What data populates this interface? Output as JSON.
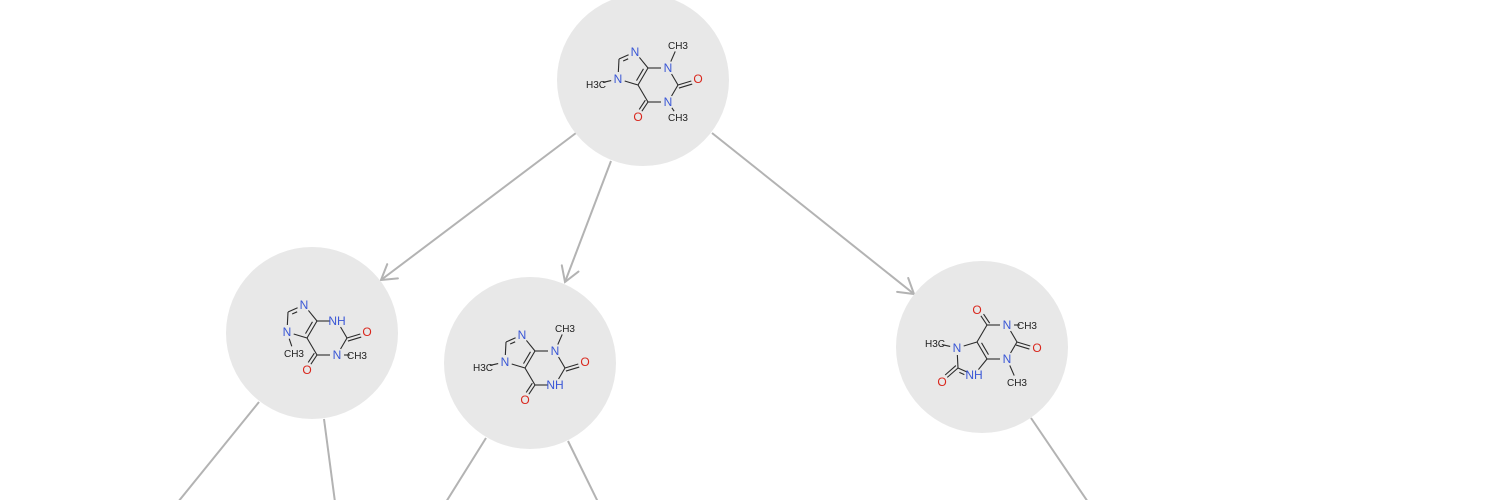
{
  "diagram": {
    "colors": {
      "node_fill": "#e8e8e8",
      "edge": "#b3b3b3",
      "nitrogen": "#3a57d6",
      "oxygen": "#d9261c",
      "carbon": "#222222"
    },
    "nodes": [
      {
        "id": "root",
        "labels": {
          "n7": "N",
          "n9": "N",
          "n1": "N",
          "n3": "N",
          "o2": "O",
          "o6": "O",
          "m3": "CH3",
          "m1": "CH3",
          "m7": "H3C"
        }
      },
      {
        "id": "left",
        "labels": {
          "n7": "N",
          "n9": "N",
          "n1": "N",
          "n3": "NH",
          "o2": "O",
          "o6": "O",
          "m1": "CH3",
          "m7": "CH3"
        }
      },
      {
        "id": "middle",
        "labels": {
          "n7": "N",
          "n9": "N",
          "n1": "NH",
          "n3": "N",
          "o2": "O",
          "o6": "O",
          "m3": "CH3",
          "m7": "H3C"
        }
      },
      {
        "id": "right",
        "labels": {
          "n7": "N",
          "n9": "NH",
          "n1": "N",
          "n3": "N",
          "o2": "O",
          "o6": "O",
          "o8": "O",
          "m1": "CH3",
          "m3": "CH3",
          "m7": "H3C"
        }
      }
    ],
    "edges": [
      {
        "from": "root",
        "to": "left",
        "arrow": true
      },
      {
        "from": "root",
        "to": "middle",
        "arrow": true
      },
      {
        "from": "root",
        "to": "right",
        "arrow": true
      },
      {
        "from": "left",
        "to": "offscreen",
        "arrow": false
      },
      {
        "from": "left",
        "to": "offscreen",
        "arrow": false
      },
      {
        "from": "middle",
        "to": "offscreen",
        "arrow": false
      },
      {
        "from": "middle",
        "to": "offscreen",
        "arrow": false
      },
      {
        "from": "right",
        "to": "offscreen",
        "arrow": false
      }
    ]
  }
}
